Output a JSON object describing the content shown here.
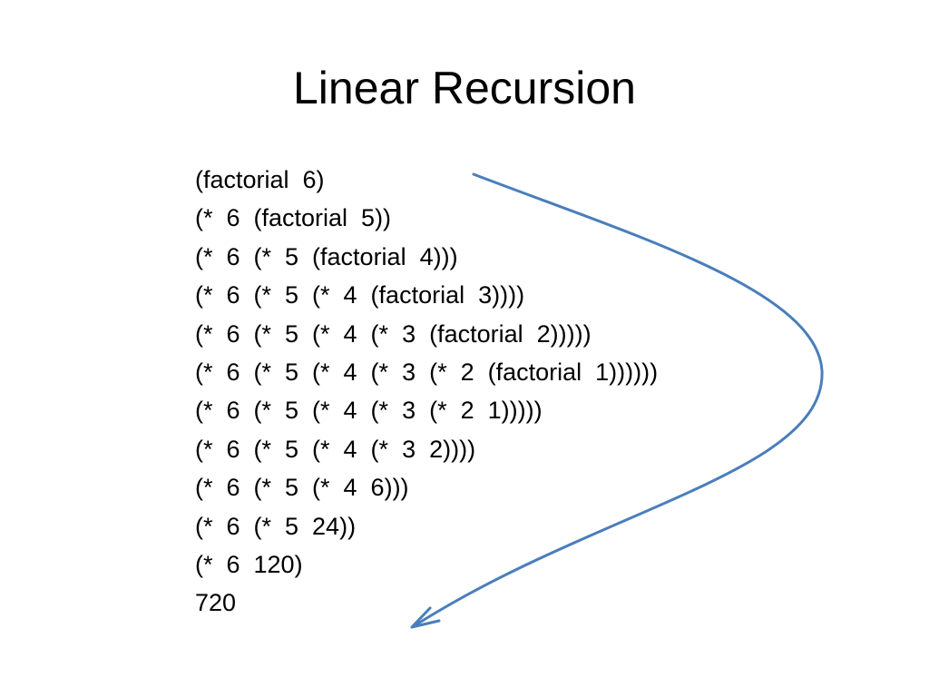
{
  "slide": {
    "title": "Linear Recursion",
    "lines": [
      "(factorial  6)",
      "(*  6  (factorial  5))",
      "(*  6  (*  5  (factorial  4)))",
      "(*  6  (*  5  (*  4  (factorial  3))))",
      "(*  6  (*  5  (*  4  (*  3  (factorial  2)))))",
      "(*  6  (*  5  (*  4  (*  3  (*  2  (factorial  1))))))",
      "(*  6  (*  5  (*  4  (*  3  (*  2  1)))))",
      "(*  6  (*  5  (*  4  (*  3  2))))",
      "(*  6  (*  5  (*  4  6)))",
      "(*  6  (*  5  24))",
      "(*  6  120)",
      "720"
    ],
    "arrow_color": "#4a7ebb"
  }
}
